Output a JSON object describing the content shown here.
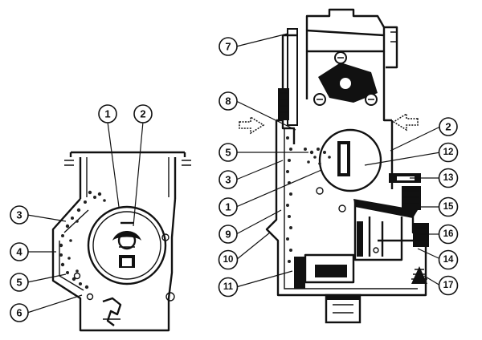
{
  "callouts": [
    {
      "id": "l1",
      "label": "1"
    },
    {
      "id": "l2",
      "label": "2"
    },
    {
      "id": "l3",
      "label": "3"
    },
    {
      "id": "l4",
      "label": "4"
    },
    {
      "id": "l5",
      "label": "5"
    },
    {
      "id": "l6",
      "label": "6"
    },
    {
      "id": "r7",
      "label": "7"
    },
    {
      "id": "r8",
      "label": "8"
    },
    {
      "id": "r5",
      "label": "5"
    },
    {
      "id": "r3",
      "label": "3"
    },
    {
      "id": "r1",
      "label": "1"
    },
    {
      "id": "r9",
      "label": "9"
    },
    {
      "id": "r10",
      "label": "10"
    },
    {
      "id": "r11",
      "label": "11"
    },
    {
      "id": "r2",
      "label": "2"
    },
    {
      "id": "r12",
      "label": "12"
    },
    {
      "id": "r13",
      "label": "13"
    },
    {
      "id": "r15",
      "label": "15"
    },
    {
      "id": "r16",
      "label": "16"
    },
    {
      "id": "r14",
      "label": "14"
    },
    {
      "id": "r17",
      "label": "17"
    }
  ]
}
